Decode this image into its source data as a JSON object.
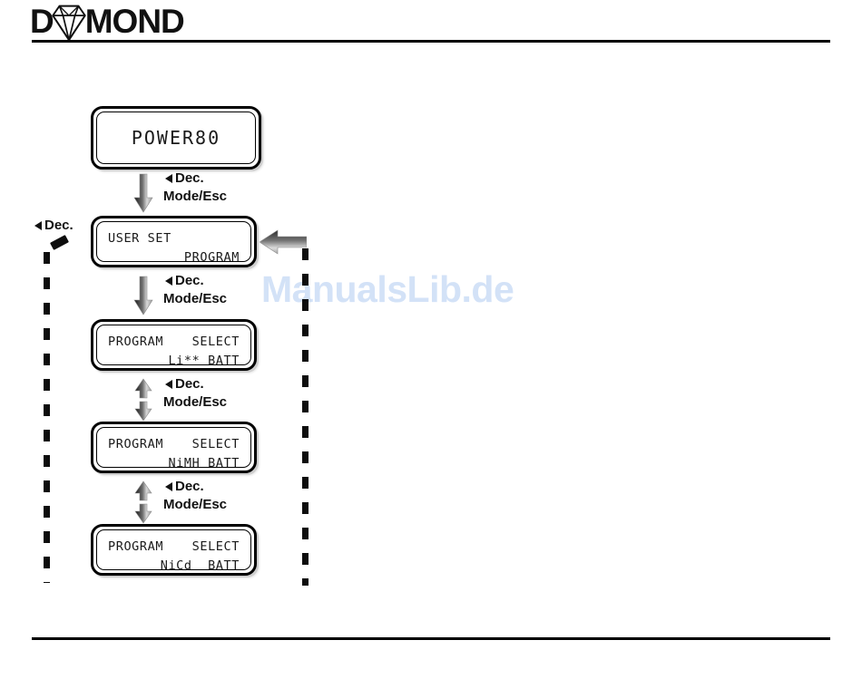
{
  "header": {
    "brand_prefix": "D",
    "brand_gem_icon": "diamond-icon",
    "brand_suffix": "MOND",
    "brand_full": "DIAMOND"
  },
  "watermark": {
    "text": "ManualsLib.de",
    "color": "#d3e2f7"
  },
  "diagram": {
    "title": "Program select flow",
    "screens": [
      {
        "id": "power-on",
        "type": "single",
        "line_mid": "POWER80"
      },
      {
        "id": "user-set",
        "type": "double",
        "line1": "USER SET",
        "line2": "PROGRAM"
      },
      {
        "id": "program-select-lipo",
        "type": "double-split",
        "line1_left": "PROGRAM",
        "line1_right": "SELECT",
        "line2": "Li** BATT"
      },
      {
        "id": "program-select-nimh",
        "type": "double-split",
        "line1_left": "PROGRAM",
        "line1_right": "SELECT",
        "line2": "NiMH BATT"
      },
      {
        "id": "program-select-nicd",
        "type": "double-split",
        "line1_left": "PROGRAM",
        "line1_right": "SELECT",
        "line2": "NiCd  BATT"
      }
    ],
    "transitions": [
      {
        "id": "t1",
        "arrow": "arrow-down-icon",
        "label_dec": "Dec.",
        "label_mode": "Mode/Esc"
      },
      {
        "id": "t2",
        "arrow": "arrow-down-icon",
        "label_dec": "Dec.",
        "label_mode": "Mode/Esc"
      },
      {
        "id": "t3",
        "arrow": "arrow-up-down-icon",
        "label_dec": "Dec.",
        "label_mode": "Mode/Esc"
      },
      {
        "id": "t4",
        "arrow": "arrow-up-down-icon",
        "label_dec": "Dec.",
        "label_mode": "Mode/Esc"
      }
    ],
    "side_label": {
      "icon": "triangle-left-icon",
      "text": "Dec."
    },
    "feedback_arrow_icon": "arrow-left-icon"
  }
}
